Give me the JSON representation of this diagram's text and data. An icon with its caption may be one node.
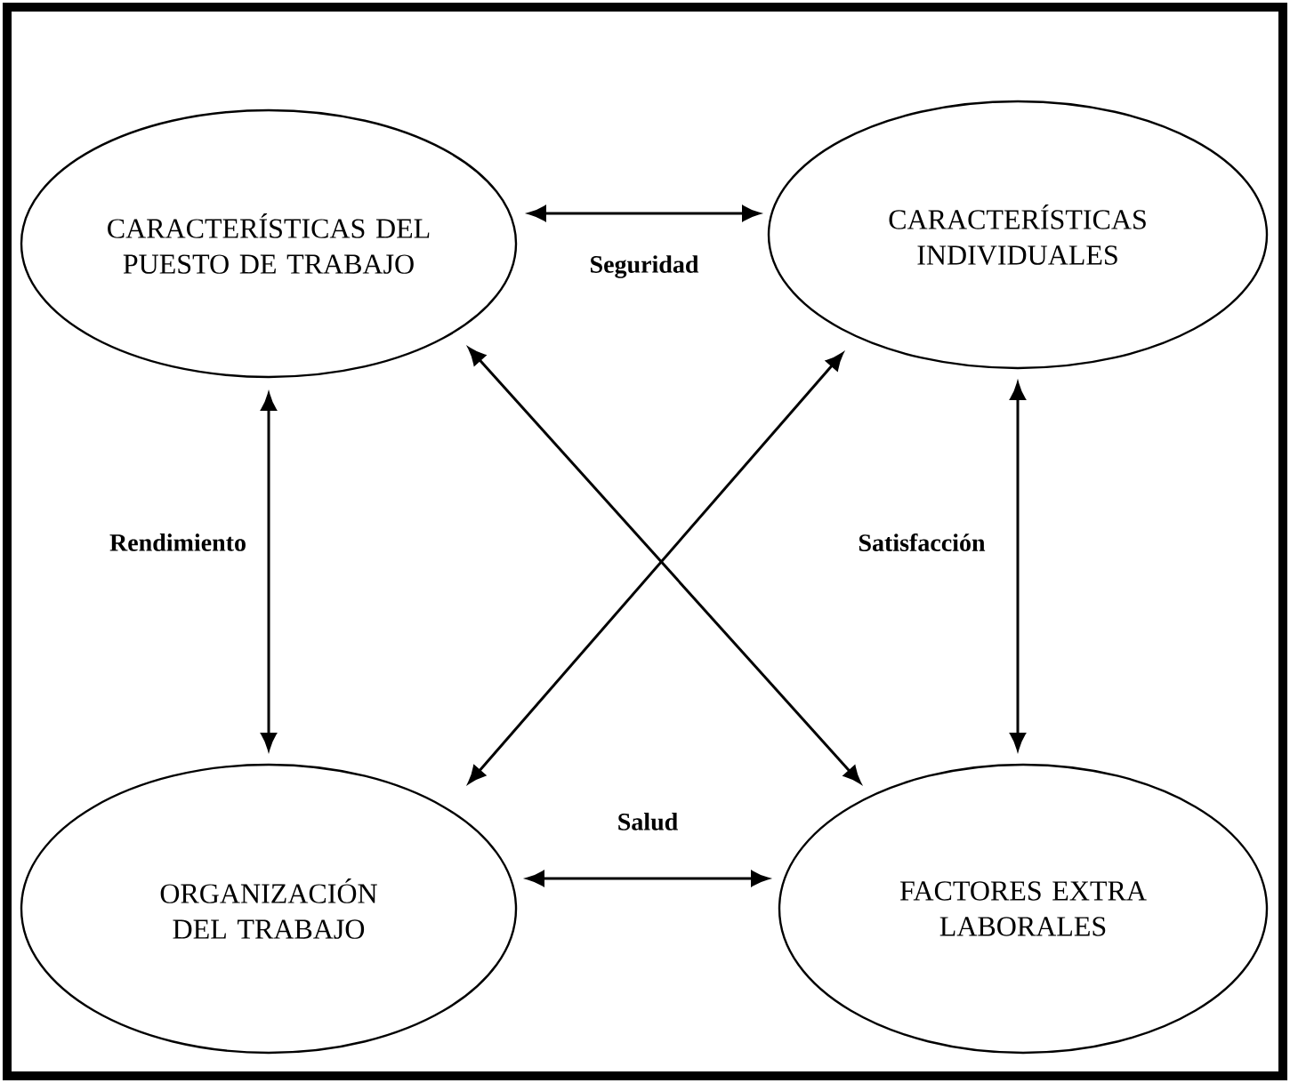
{
  "diagram": {
    "nodes": [
      {
        "text": [
          "CARACTERÍSTICAS DEL PUESTO DE TRABAJO"
        ]
      },
      {
        "text": [
          "CARACTERÍSTICAS INDIVIDUALES"
        ]
      },
      {
        "text": [
          "ORGANIZACIÓN DEL TRABAJO"
        ]
      },
      {
        "text": [
          "FACTORES EXTRA LABORALES"
        ]
      }
    ],
    "edges": [
      {
        "from": 0,
        "to": 1,
        "arrow": "both",
        "label": "Seguridad"
      },
      {
        "from": 0,
        "to": 2,
        "arrow": "both",
        "label": "Rendimiento"
      },
      {
        "from": 1,
        "to": 3,
        "arrow": "both",
        "label": "Satisfacción"
      },
      {
        "from": 0,
        "to": 3,
        "arrow": "both"
      },
      {
        "from": 1,
        "to": 2,
        "arrow": "both"
      },
      {
        "from": 2,
        "to": 3,
        "arrow": "both",
        "label": "Salud"
      }
    ]
  }
}
